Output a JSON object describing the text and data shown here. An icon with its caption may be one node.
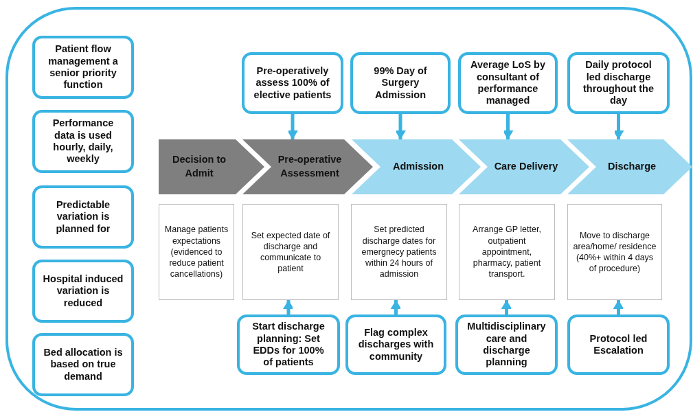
{
  "diagram": {
    "nodes": [
      {
        "text": [
          "Patient flow management a senior priority function"
        ]
      },
      {
        "text": [
          "Performance data is used hourly, daily, weekly"
        ]
      },
      {
        "text": [
          "Predictable variation is planned for"
        ]
      },
      {
        "text": [
          "Hospital induced variation is reduced"
        ]
      },
      {
        "text": [
          "Bed allocation is based on true demand"
        ]
      },
      {
        "text": [
          "Pre-operatively assess 100% of elective patients"
        ]
      },
      {
        "text": [
          "99% Day of Surgery Admission"
        ]
      },
      {
        "text": [
          "Average LoS by consultant of performance managed"
        ]
      },
      {
        "text": [
          "Daily protocol led discharge throughout the day"
        ]
      },
      {
        "text": [
          "Decision to Admit"
        ]
      },
      {
        "text": [
          "Pre-operative Assessment"
        ]
      },
      {
        "text": [
          "Admission"
        ]
      },
      {
        "text": [
          "Care Delivery"
        ]
      },
      {
        "text": [
          "Discharge"
        ]
      },
      {
        "text": [
          "Manage patients expectations (evidenced to reduce patient cancellations)"
        ]
      },
      {
        "text": [
          "Set expected date of discharge and communicate to patient"
        ]
      },
      {
        "text": [
          "Set predicted discharge dates for emergnecy patients within 24 hours of admission"
        ]
      },
      {
        "text": [
          "Arrange GP letter, outpatient appointment, pharmacy, patient transport."
        ]
      },
      {
        "text": [
          "Move to discharge area/home/ residence (40%+  within 4 days of procedure)"
        ]
      },
      {
        "text": [
          "Start discharge planning: Set EDDs for 100% of patients"
        ]
      },
      {
        "text": [
          "Flag complex discharges with community"
        ]
      },
      {
        "text": [
          "Multidisciplinary care and discharge planning"
        ]
      },
      {
        "text": [
          "Protocol led Escalation"
        ]
      }
    ],
    "edges": [
      {
        "from": 5,
        "to": 10,
        "arrow": "to"
      },
      {
        "from": 6,
        "to": 11,
        "arrow": "to"
      },
      {
        "from": 7,
        "to": 12,
        "arrow": "to"
      },
      {
        "from": 8,
        "to": 13,
        "arrow": "to"
      },
      {
        "from": 19,
        "to": 15,
        "arrow": "to"
      },
      {
        "from": 20,
        "to": 16,
        "arrow": "to"
      },
      {
        "from": 21,
        "to": 17,
        "arrow": "to"
      },
      {
        "from": 22,
        "to": 18,
        "arrow": "to"
      }
    ]
  }
}
